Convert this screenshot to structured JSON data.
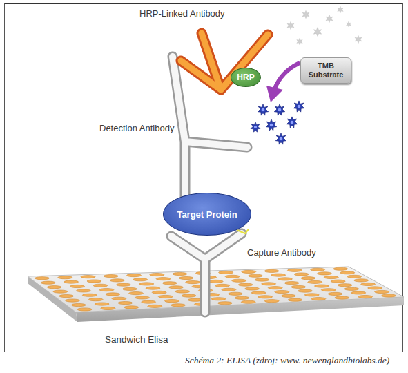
{
  "diagram": {
    "caption": "Schéma 2: ELISA (zdroj: www. newenglandbiolabs.de)",
    "nodes": [
      {
        "text": [
          "HRP"
        ]
      },
      {
        "text": [
          "TMB Substrate"
        ]
      },
      {
        "text": [
          "Target Protein"
        ]
      }
    ],
    "labels": [
      "HRP-Linked Antibody",
      "Detection Antibody",
      "Capture Antibody",
      "Sandwich Elisa"
    ]
  }
}
